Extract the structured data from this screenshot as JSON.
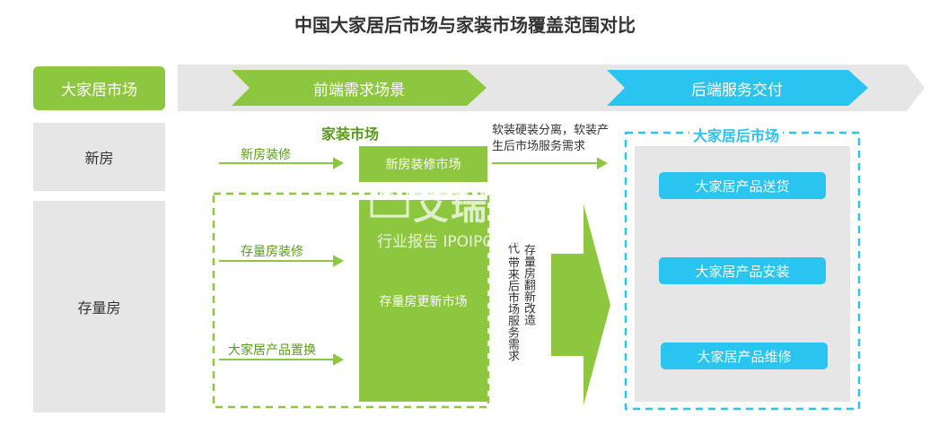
{
  "title": "中国大家居后市场与家装市场覆盖范围对比",
  "header": {
    "tag": "大家居市场",
    "front": "前端需求场景",
    "back": "后端服务交付"
  },
  "rows": {
    "new_house": "新房",
    "stock_house": "存量房"
  },
  "home_decor": {
    "heading": "家装市场",
    "new_box": "新房装修市场",
    "stock_box": "存量房更新市场"
  },
  "left_labels": {
    "renovation": "新房装修",
    "stock_renovation": "存量房装修",
    "replacement": "大家居产品置换"
  },
  "note": "软装硬装分离，软装产生后市场服务需求",
  "vertical_text": {
    "col1": "存量房翻新改造",
    "col2": "带来后市场服务需求",
    "col3": "代"
  },
  "aftermarket": {
    "heading": "大家居后市场",
    "items": [
      "大家居产品送货",
      "大家居产品安装",
      "大家居产品维修"
    ]
  },
  "watermark": {
    "main": "艾瑞咨询",
    "sub": "行业报告 IPOIPO.CN",
    "logo": "IPO"
  },
  "colors": {
    "green": "#8dc63f",
    "blue": "#29c4ef",
    "gray": "#e6e6e6"
  }
}
